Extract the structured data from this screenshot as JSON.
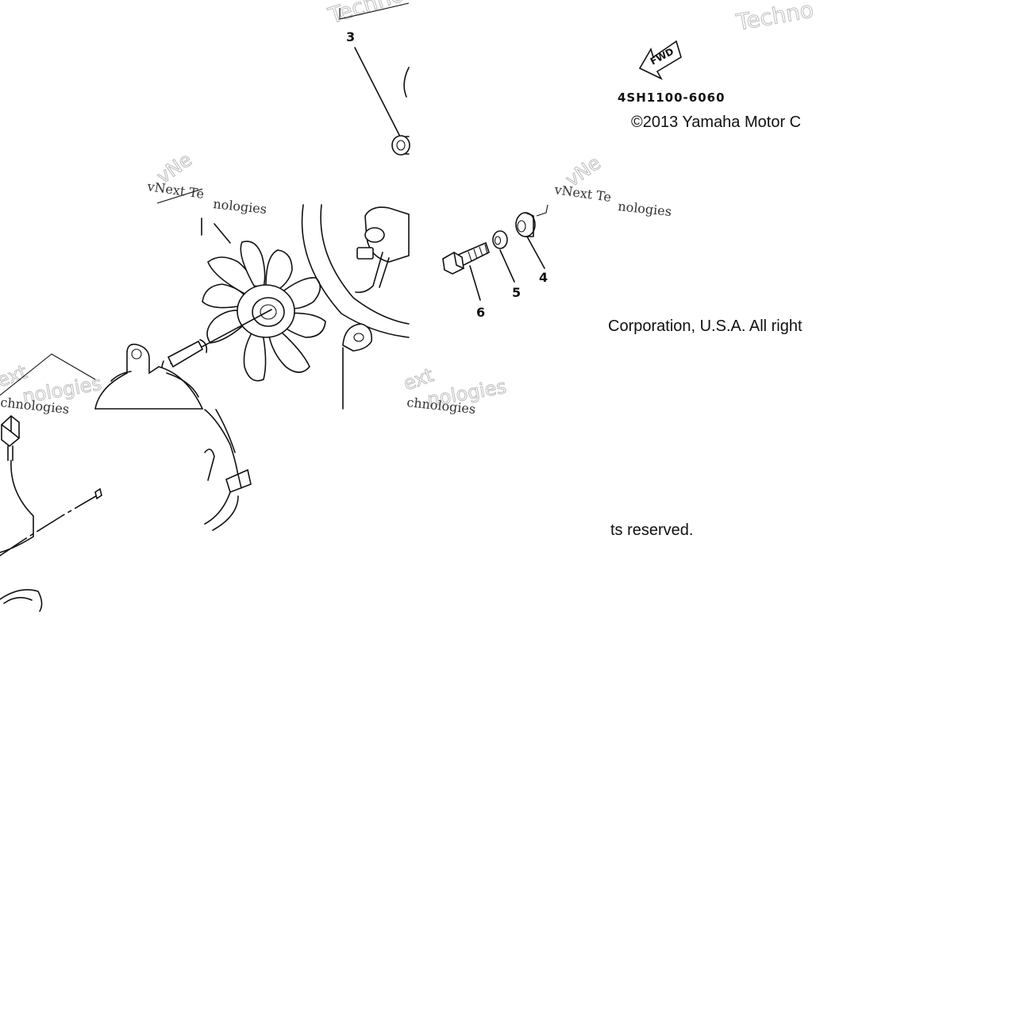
{
  "diagram": {
    "part_number": "4SH1100-6060",
    "fwd_label": "FWD",
    "copyright_lines": [
      "©2013 Yamaha Motor C",
      "Corporation, U.S.A. All right",
      "ts reserved."
    ],
    "callouts": [
      "3",
      "4",
      "5",
      "6"
    ],
    "watermarks": {
      "outline_word": "Techno",
      "caption": "vNext Technologies",
      "caption_short": "vNext Te",
      "fragment_a": "nologies",
      "fragment_b": "ext",
      "fragment_c": "chnologies"
    }
  }
}
